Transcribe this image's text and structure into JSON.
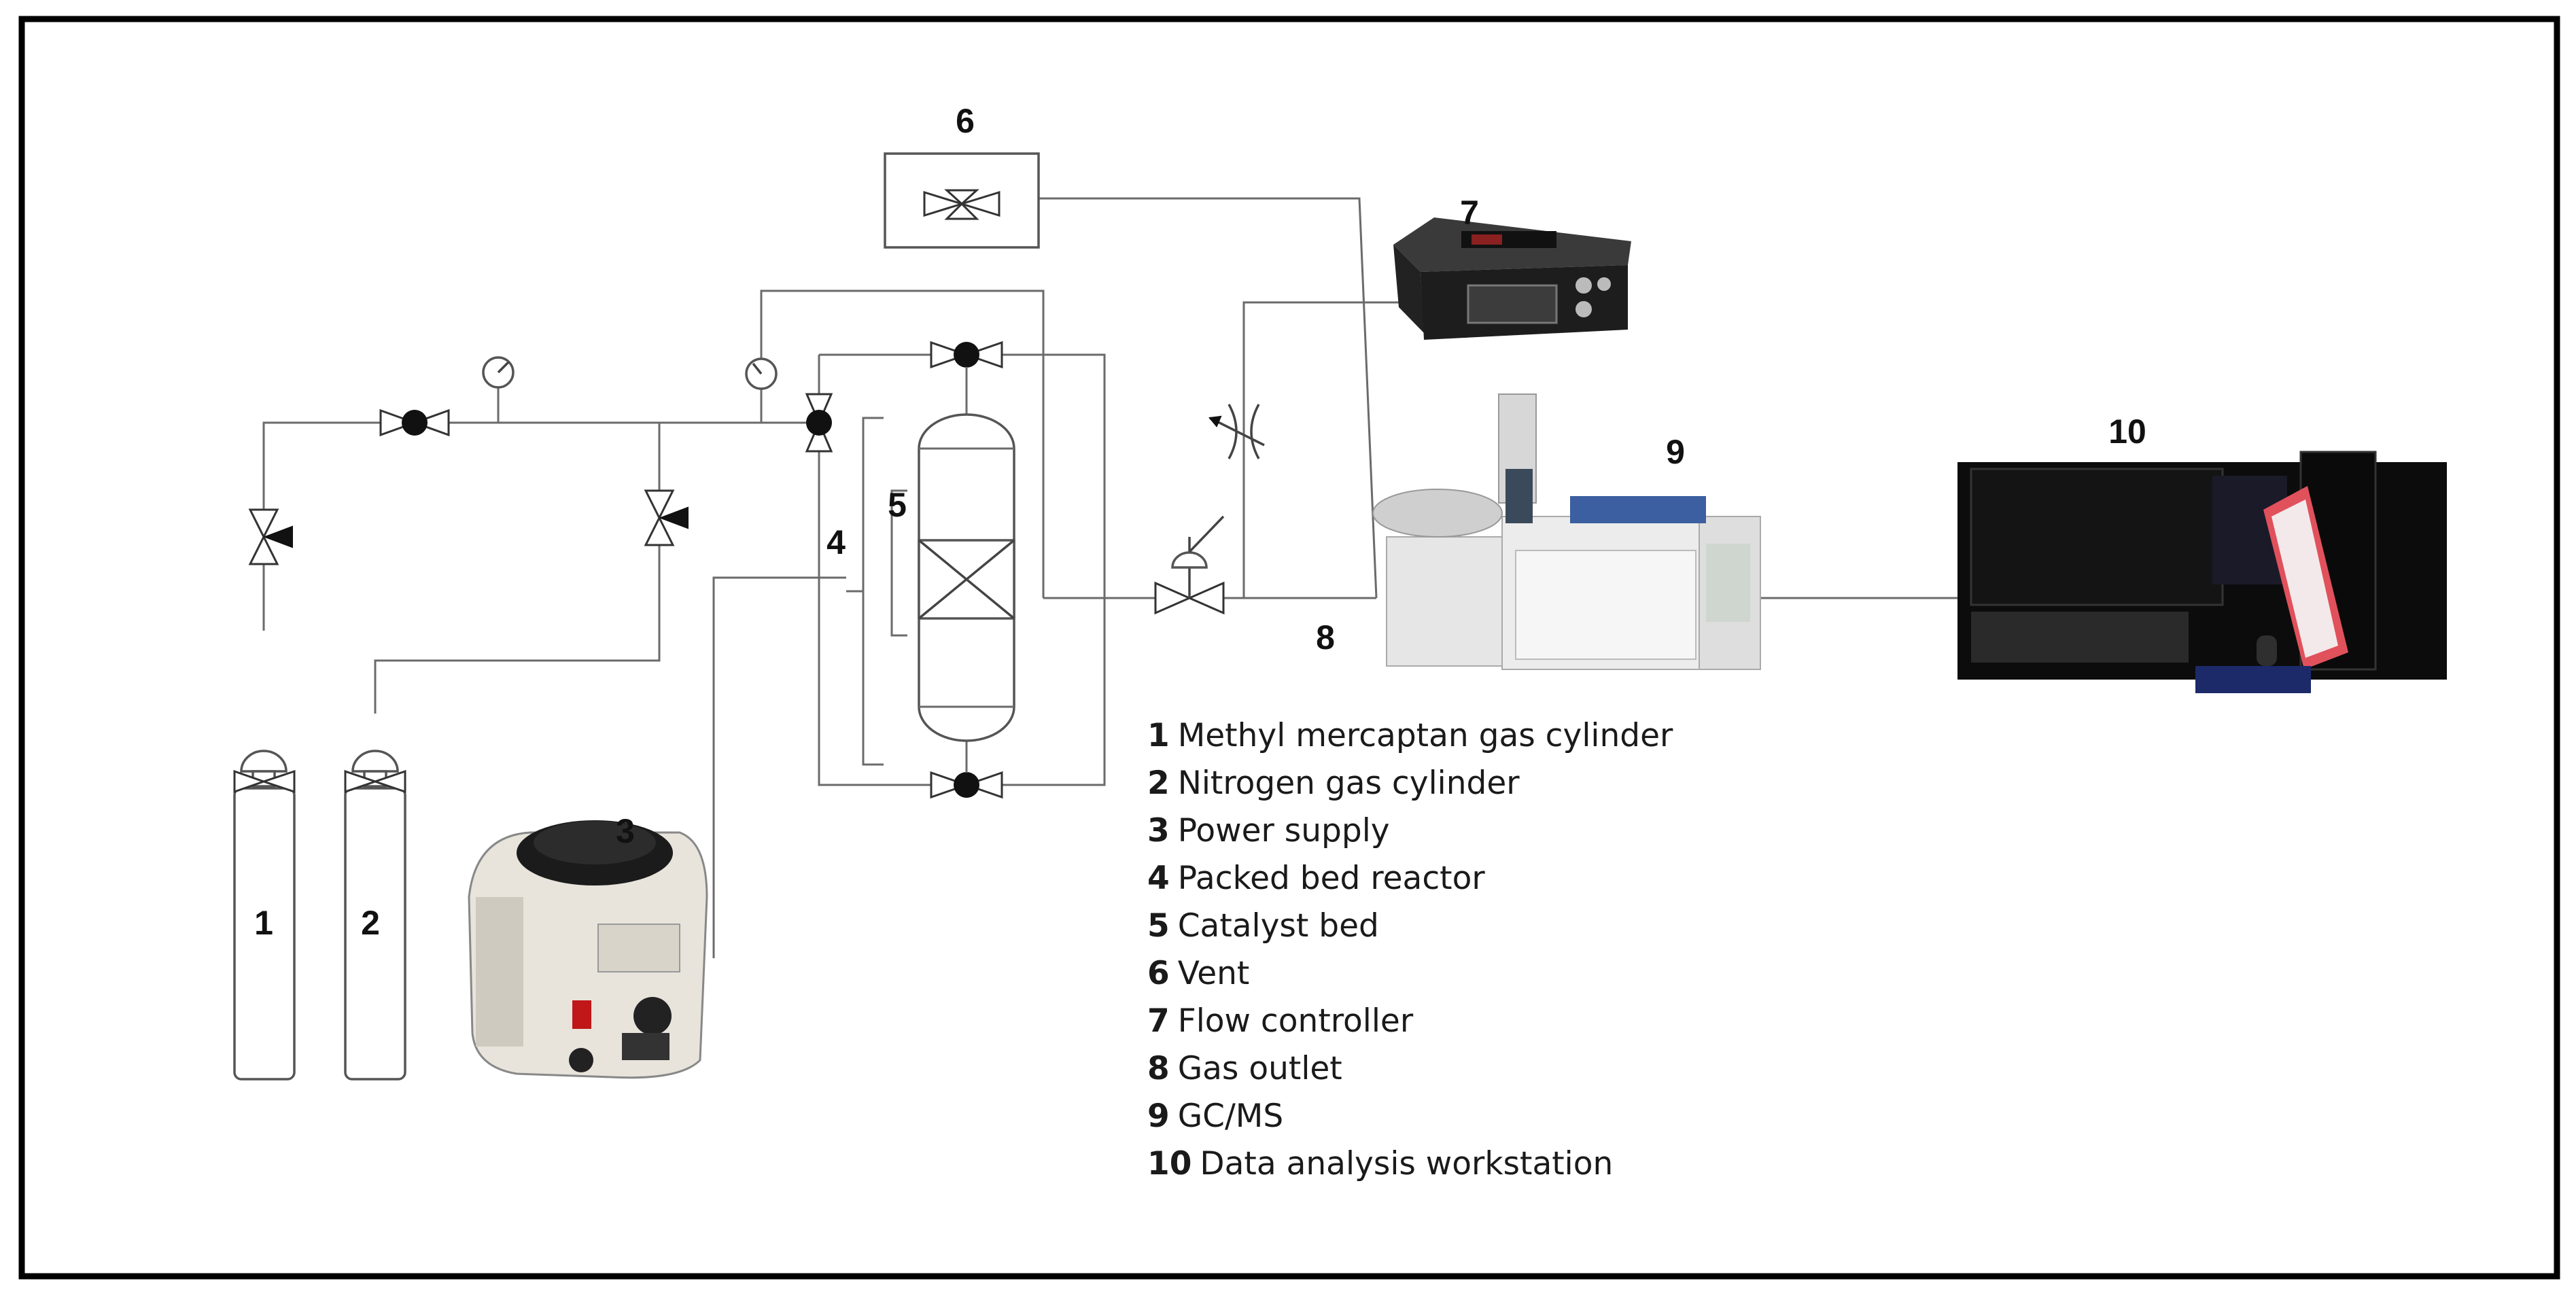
{
  "labels": {
    "n1": "1",
    "n2": "2",
    "n3": "3",
    "n4": "4",
    "n5": "5",
    "n6": "6",
    "n7": "7",
    "n8": "8",
    "n9": "9",
    "n10": "10"
  },
  "legend": [
    {
      "num": "1",
      "text": "Methyl mercaptan gas cylinder"
    },
    {
      "num": "2",
      "text": "Nitrogen gas cylinder"
    },
    {
      "num": "3",
      "text": "Power supply"
    },
    {
      "num": "4",
      "text": "Packed bed reactor"
    },
    {
      "num": "5",
      "text": "Catalyst bed"
    },
    {
      "num": "6",
      "text": "Vent"
    },
    {
      "num": "7",
      "text": "Flow controller"
    },
    {
      "num": "8",
      "text": "Gas outlet"
    },
    {
      "num": "9",
      "text": "GC/MS"
    },
    {
      "num": "10",
      "text": "Data analysis workstation"
    }
  ]
}
